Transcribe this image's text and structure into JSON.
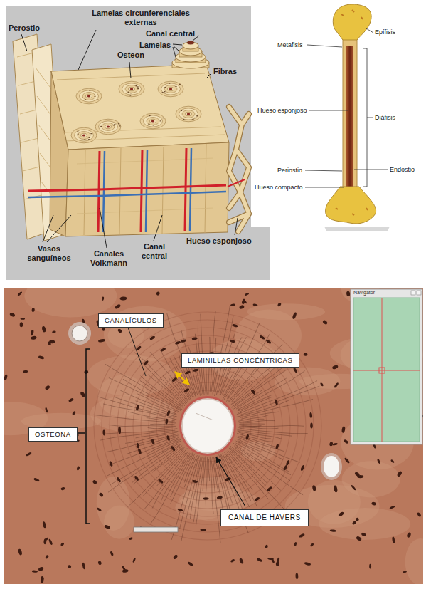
{
  "diagram": {
    "nodes": [
      {
        "text": [
          "CANALÍCULOS"
        ]
      },
      {
        "text": [
          "LAMINILLAS CONCÉNTRICAS"
        ]
      },
      {
        "text": [
          "OSTEONA"
        ]
      },
      {
        "text": [
          "CANAL DE HAVERS"
        ]
      }
    ],
    "labels": [
      "Perostio",
      "Lamelas circunferenciales externas",
      "Canal central",
      "Lamelas",
      "Osteon",
      "Fibras",
      "Vasos sanguíneos",
      "Canales Volkmann",
      "Canal central",
      "Hueso esponjoso",
      "Metafisis",
      "Epífisis",
      "Hueso esponjoso",
      "Diáfisis",
      "Periostio",
      "Endostio",
      "Hueso compacto",
      "Navigator"
    ]
  }
}
